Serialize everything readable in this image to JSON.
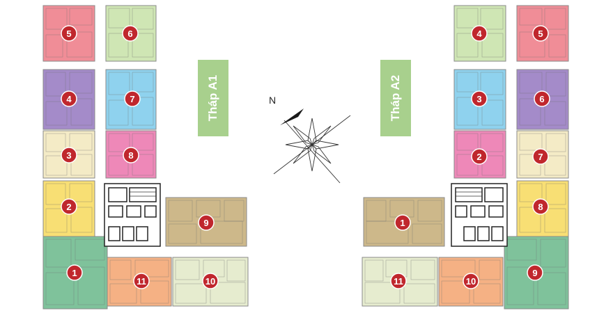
{
  "towers": [
    {
      "id": "A1",
      "label": "Tháp A1",
      "label_color": "#a8d08d"
    },
    {
      "id": "A2",
      "label": "Tháp A2",
      "label_color": "#a8d08d"
    }
  ],
  "compass": {
    "label": "N"
  },
  "colors": {
    "red": "#f08d97",
    "green_light": "#cfe6b4",
    "blue": "#8fd2ee",
    "purple": "#a48bc9",
    "magenta": "#ee88b8",
    "cream": "#f4ebc6",
    "yellow": "#f8df74",
    "green_dark": "#7fc29b",
    "orange": "#f5b184",
    "olive": "#cdb88a",
    "pale_green": "#e6eccf",
    "badge": "#c0272d"
  },
  "units": {
    "a1": [
      "5",
      "6",
      "4",
      "7",
      "3",
      "8",
      "2",
      "9",
      "1",
      "11",
      "10"
    ],
    "a2": [
      "4",
      "5",
      "3",
      "6",
      "2",
      "7",
      "8",
      "1",
      "9",
      "11",
      "10"
    ]
  }
}
